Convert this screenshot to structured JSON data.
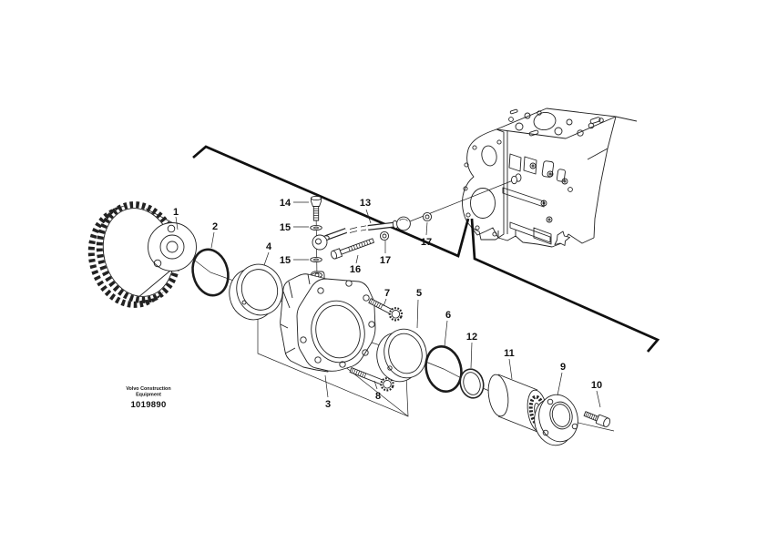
{
  "figure": {
    "publisher_line1": "Volvo Construction",
    "publisher_line2": "Equipment",
    "figure_number": "1019890"
  },
  "callouts": [
    {
      "label": "1"
    },
    {
      "label": "2"
    },
    {
      "label": "3"
    },
    {
      "label": "4"
    },
    {
      "label": "5"
    },
    {
      "label": "6"
    },
    {
      "label": "7"
    },
    {
      "label": "8"
    },
    {
      "label": "9"
    },
    {
      "label": "10"
    },
    {
      "label": "11"
    },
    {
      "label": "12"
    },
    {
      "label": "13"
    },
    {
      "label": "14"
    },
    {
      "label": "15"
    },
    {
      "label": "15"
    },
    {
      "label": "16"
    },
    {
      "label": "17"
    },
    {
      "label": "17"
    }
  ]
}
